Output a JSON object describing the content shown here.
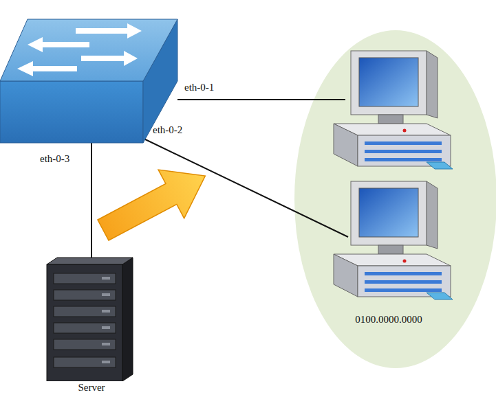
{
  "diagram": {
    "nodes": [
      {
        "text": [
          "0100.0000.0000"
        ]
      },
      {
        "text": [
          "Server"
        ]
      }
    ],
    "labels": [
      "eth-0-1",
      "eth-0-2",
      "eth-0-3"
    ]
  }
}
